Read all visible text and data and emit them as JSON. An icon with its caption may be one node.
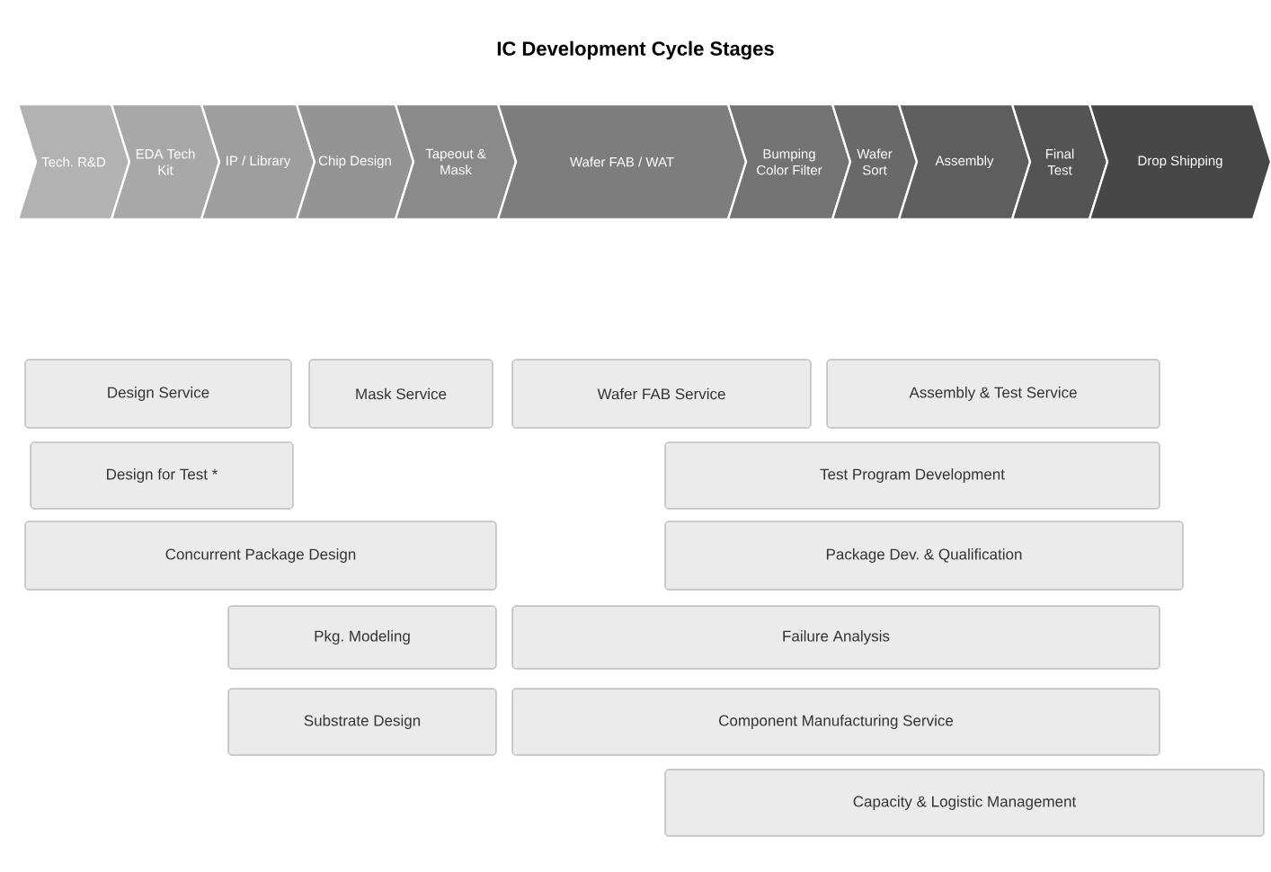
{
  "diagram": {
    "title": "IC Development Cycle Stages",
    "nodes": [
      {
        "text": [
          "Tech. R&D"
        ]
      },
      {
        "text": [
          "EDA Tech Kit"
        ]
      },
      {
        "text": [
          "IP / Library"
        ]
      },
      {
        "text": [
          "Chip Design"
        ]
      },
      {
        "text": [
          "Tapeout & Mask"
        ]
      },
      {
        "text": [
          "Wafer FAB / WAT"
        ]
      },
      {
        "text": [
          "Bumping Color Filter"
        ]
      },
      {
        "text": [
          "Wafer Sort"
        ]
      },
      {
        "text": [
          "Assembly"
        ]
      },
      {
        "text": [
          "Final Test"
        ]
      },
      {
        "text": [
          "Drop Shipping"
        ]
      },
      {
        "text": [
          "Design Service"
        ]
      },
      {
        "text": [
          "Mask Service"
        ]
      },
      {
        "text": [
          "Wafer FAB Service"
        ]
      },
      {
        "text": [
          "Assembly & Test Service"
        ]
      },
      {
        "text": [
          "Design for Test *"
        ]
      },
      {
        "text": [
          "Test Program Development"
        ]
      },
      {
        "text": [
          "Concurrent Package Design"
        ]
      },
      {
        "text": [
          "Package Dev. & Qualification"
        ]
      },
      {
        "text": [
          "Pkg. Modeling"
        ]
      },
      {
        "text": [
          "Failure Analysis"
        ]
      },
      {
        "text": [
          "Substrate Design"
        ]
      },
      {
        "text": [
          "Component Manufacturing Service"
        ]
      },
      {
        "text": [
          "Capacity & Logistic Management"
        ]
      }
    ]
  }
}
